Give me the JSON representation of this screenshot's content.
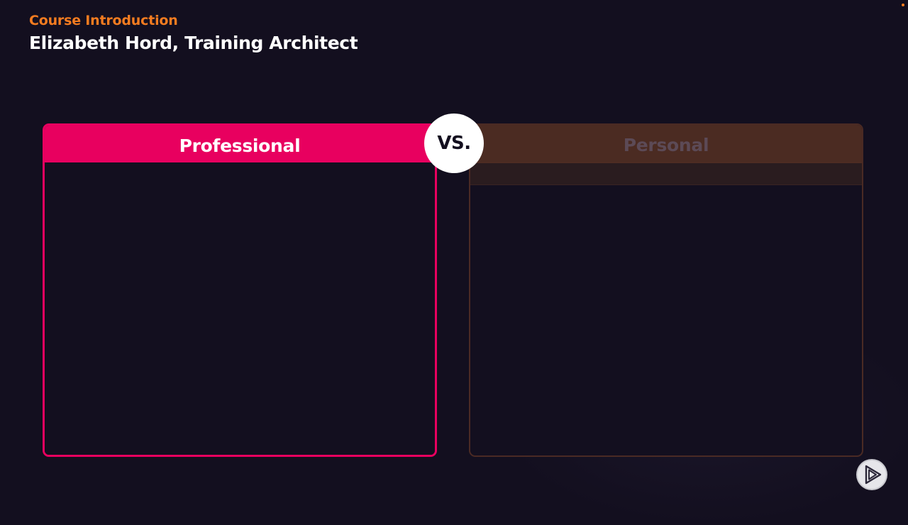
{
  "header": {
    "eyebrow": "Course Introduction",
    "title": "Elizabeth Hord, Training Architect"
  },
  "comparison": {
    "left_label": "Professional",
    "vs_label": "VS.",
    "right_label": "Personal"
  },
  "colors": {
    "background": "#130f1f",
    "accent_orange": "#f47c20",
    "accent_pink": "#e8005f",
    "right_panel_head": "#4b2b22"
  },
  "icons": {
    "brand_logo": "pluralsight-play-icon"
  }
}
